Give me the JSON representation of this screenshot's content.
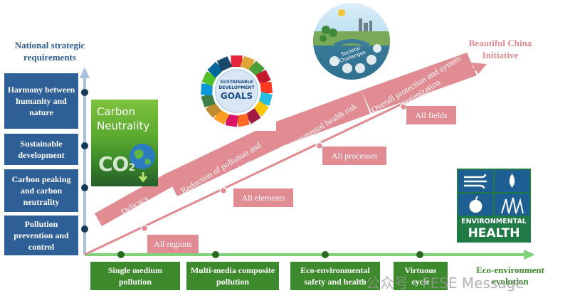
{
  "y_axis": {
    "title": "National strategic requirements",
    "items": [
      "Harmony between humanity and nature",
      "Sustainable development",
      "Carbon peaking and carbon neutrality",
      "Pollution prevention and control"
    ]
  },
  "x_axis": {
    "title": "Eco-environment evolution",
    "items": [
      "Single medium pollution",
      "Multi-media composite pollution",
      "Eco-environmental safety and health",
      "Virtuous cycle"
    ]
  },
  "staircase": {
    "end_label": "Beautiful China Initiative",
    "steps": [
      "Delicacy governance",
      "Reduction of pollution and carbon emissions",
      "Environmental health risk control",
      "Overall protection and system optimization"
    ],
    "scopes": [
      "All regions",
      "All elements",
      "All processes",
      "All fields"
    ]
  },
  "images": {
    "carbon": {
      "line1": "Carbon",
      "line2": "Neutrality",
      "co2": "CO",
      "sub": "2"
    },
    "sdg": {
      "line1": "SUSTAINABLE",
      "line2": "DEVELOPMENT",
      "line3": "GOALS"
    },
    "societal": {
      "label": "Societal Challenges"
    },
    "env_health": {
      "line1": "ENVIRONMENTAL",
      "line2": "HEALTH"
    }
  },
  "watermark": "公众号 · FESE Message",
  "colors": {
    "blue": "#2e5f97",
    "green": "#3d8a2c",
    "pink": "#e08c92",
    "axis_blue": "#a9bfdc",
    "axis_green": "#7fd17a"
  }
}
